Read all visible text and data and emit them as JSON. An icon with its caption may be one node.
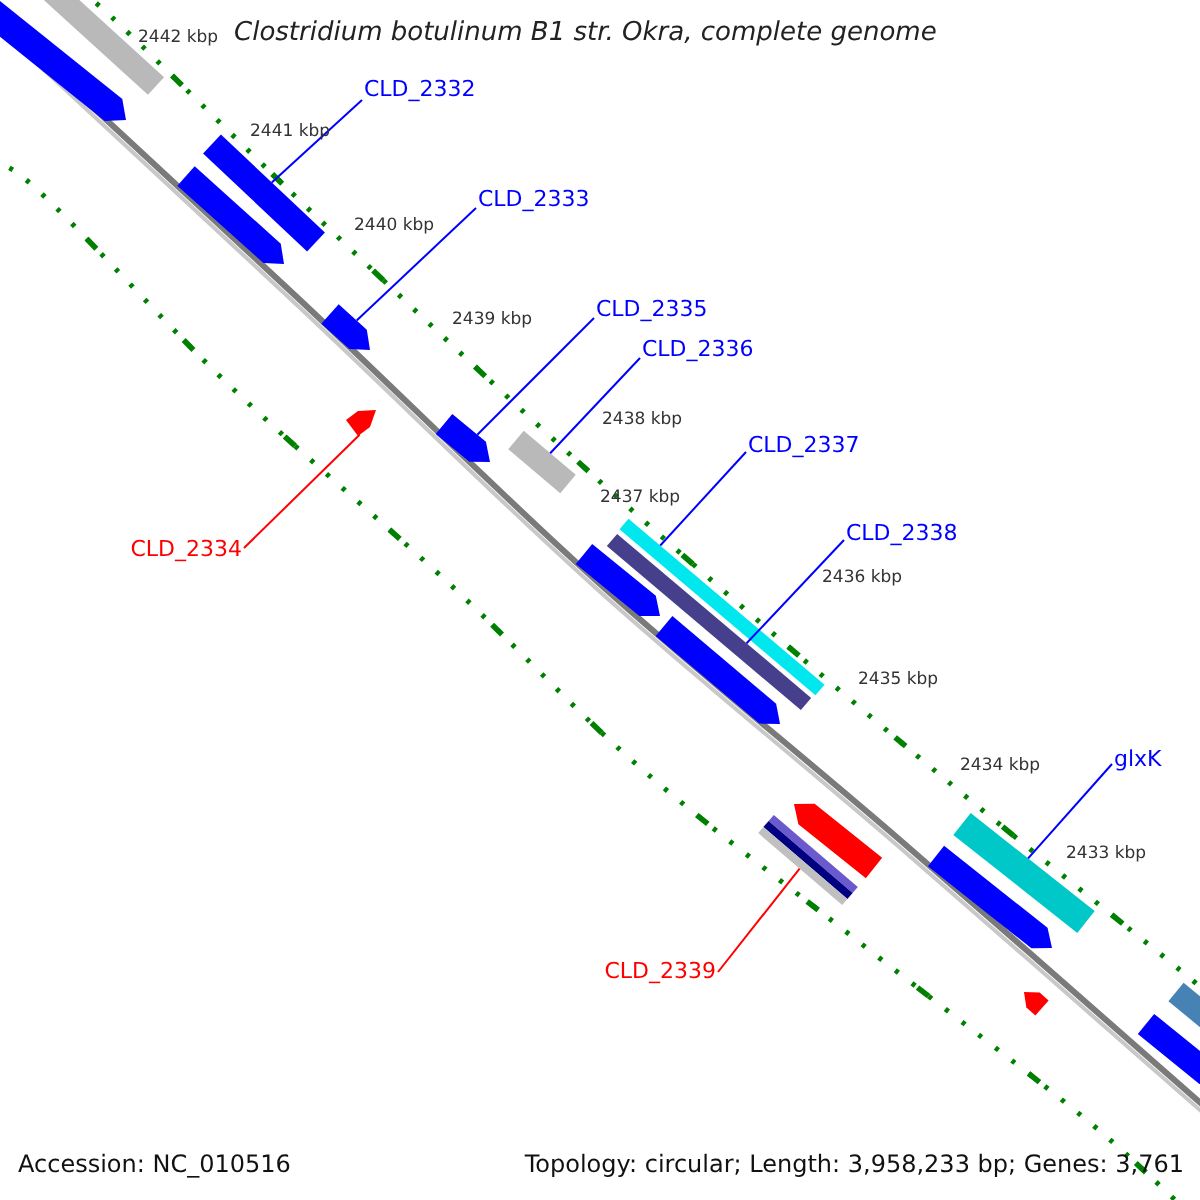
{
  "diagram": {
    "title": "Clostridium botulinum B1 str. Okra, complete genome",
    "nodes": [
      {
        "text": [
          "CLD_2332"
        ]
      },
      {
        "text": [
          "CLD_2333"
        ]
      },
      {
        "text": [
          "CLD_2335"
        ]
      },
      {
        "text": [
          "CLD_2336"
        ]
      },
      {
        "text": [
          "CLD_2334"
        ]
      },
      {
        "text": [
          "CLD_2337"
        ]
      },
      {
        "text": [
          "CLD_2338"
        ]
      },
      {
        "text": [
          "glxK"
        ]
      },
      {
        "text": [
          "CLD_2339"
        ]
      },
      {
        "text": [],
        "shape": "bar"
      },
      {
        "text": [],
        "shape": "bar"
      },
      {
        "text": [],
        "shape": "bar"
      },
      {
        "text": [],
        "shape": "bar"
      },
      {
        "text": [],
        "shape": "bar"
      },
      {
        "text": [],
        "shape": "bar"
      },
      {
        "text": [],
        "shape": "bar"
      },
      {
        "text": [],
        "shape": "bar"
      },
      {
        "text": [],
        "shape": "bar"
      }
    ],
    "edges": [
      {
        "from": 0,
        "to": 9,
        "arrow": "none"
      },
      {
        "from": 1,
        "to": 10,
        "arrow": "none"
      },
      {
        "from": 2,
        "to": 12,
        "arrow": "none"
      },
      {
        "from": 3,
        "to": 13,
        "arrow": "none"
      },
      {
        "from": 4,
        "to": 11,
        "arrow": "none",
        "color": "#ff0000"
      },
      {
        "from": 5,
        "to": 14,
        "arrow": "none"
      },
      {
        "from": 6,
        "to": 15,
        "arrow": "none"
      },
      {
        "from": 7,
        "to": 17,
        "arrow": "none"
      },
      {
        "from": 8,
        "to": 16,
        "arrow": "none",
        "color": "#ff0000"
      }
    ],
    "labels": [
      "2442 kbp",
      "2441 kbp",
      "2440 kbp",
      "2439 kbp",
      "2438 kbp",
      "2437 kbp",
      "2436 kbp",
      "2435 kbp",
      "2434 kbp",
      "2433 kbp",
      "Accession: NC_010516",
      "Topology: circular; Length: 3,958,233 bp; Genes: 3,761"
    ]
  }
}
